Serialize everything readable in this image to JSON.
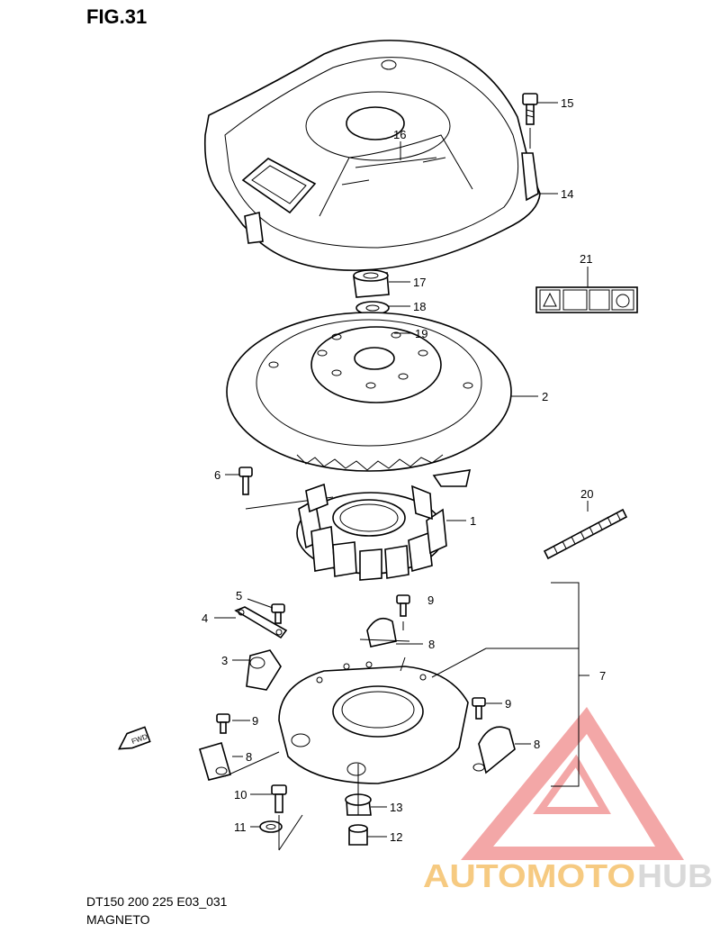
{
  "figure": {
    "title": "FIG.31",
    "footer_code": "DT150 200 225 E03_031",
    "footer_name": "MAGNETO"
  },
  "callouts": {
    "c1": "1",
    "c2": "2",
    "c3": "3",
    "c4": "4",
    "c5": "5",
    "c6": "6",
    "c7": "7",
    "c8a": "8",
    "c8b": "8",
    "c8c": "8",
    "c9a": "9",
    "c9b": "9",
    "c9c": "9",
    "c10": "10",
    "c11": "11",
    "c12": "12",
    "c13": "13",
    "c14": "14",
    "c15": "15",
    "c16": "16",
    "c17": "17",
    "c18": "18",
    "c19": "19",
    "c20": "20",
    "c21": "21"
  },
  "watermark": {
    "word_a": "AUTOMOTO",
    "word_b": "HUB",
    "color_a": "#f5c16c",
    "color_b": "#d8d8d8",
    "triangle_color": "#ef8a8a"
  },
  "label_21": {
    "fwd_text": "FWD"
  }
}
